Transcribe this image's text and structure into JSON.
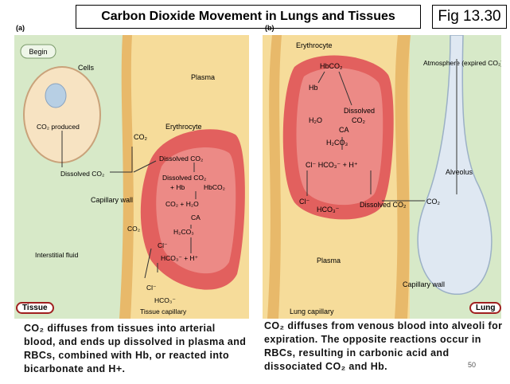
{
  "title": "Carbon Dioxide Movement in Lungs and Tissues",
  "fig_label": "Fig 13.30",
  "panel_a": {
    "letter": "(a)",
    "begin": "Begin",
    "cells": "Cells",
    "plasma": "Plasma",
    "co2_produced": "CO₂ produced",
    "co2": "CO₂",
    "erythrocyte": "Erythrocyte",
    "dissolved_co2_left": "Dissolved CO₂",
    "dissolved_co2_rbc": "Dissolved CO₂",
    "dissolved_co2_hb": "Dissolved CO₂",
    "plus_hb": "+ Hb",
    "hbco2": "HbCO₂",
    "co2_h2o": "CO₂ + H₂O",
    "ca": "CA",
    "h2co3": "H₂CO₃",
    "hco3_h": "HCO₃⁻ + H⁺",
    "capillary_wall": "Capillary wall",
    "co2_wall": "CO₂",
    "cl_rbc": "Cl⁻",
    "interstitial": "Interstitial fluid",
    "cl_plasma": "Cl⁻",
    "hco3_plasma": "HCO₃⁻",
    "tissue_capillary": "Tissue capillary",
    "tag": "Tissue"
  },
  "panel_b": {
    "letter": "(b)",
    "erythrocyte": "Erythrocyte",
    "hbco2": "HbCO₂",
    "hb": "Hb",
    "dissolved": "Dissolved",
    "co2": "CO₂",
    "h2o": "H₂O",
    "ca": "CA",
    "h2co3": "H₂CO₃",
    "cl_hco3_h": "Cl⁻  HCO₃⁻ + H⁺",
    "cl_plasma": "Cl⁻",
    "hco3_plasma": "HCO₃⁻",
    "dissolved_co2": "Dissolved CO₂",
    "co2_alveolus": "CO₂",
    "atmosphere": "Atmosphere (expired CO₂)",
    "alveolus": "Alveolus",
    "plasma": "Plasma",
    "capillary_wall": "Capillary wall",
    "lung_capillary": "Lung capillary",
    "tag": "Lung"
  },
  "caption_left": "CO₂ diffuses from tissues into arterial blood, and ends up dissolved in plasma and RBCs, combined with Hb, or reacted into bicarbonate and H+.",
  "caption_right": "CO₂ diffuses from venous blood into alveoli for expiration. The opposite reactions occur in RBCs, resulting in carbonic acid and dissociated CO₂ and Hb.",
  "page_number": "50",
  "colors": {
    "plasma": "#f6dc9a",
    "wall": "#e8b96a",
    "rbc": "#e2605e",
    "rbc_inner": "#ec8a86",
    "cell": "#f7e3c2",
    "alveolus": "#dfe8f2",
    "panel_bg": "#d7e9c8",
    "tag_border": "#a02020"
  }
}
